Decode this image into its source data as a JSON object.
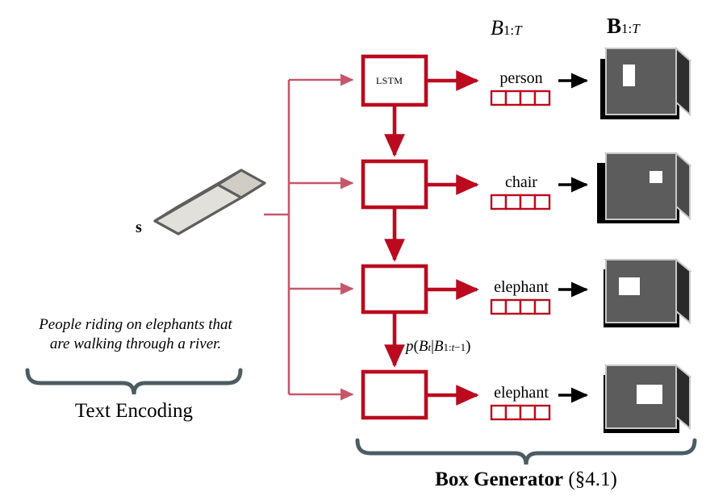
{
  "figure": {
    "title_left": "Text Encoding",
    "title_right_bold": "Box Generator",
    "title_right_reg": " (§4.1)",
    "caption_line1": "People riding on elephants that",
    "caption_line2": "are walking through a river.",
    "sentence_vector_label": "s",
    "header_boxes": "B",
    "header_boxes_sub": "1:",
    "header_boxes_subT": "T",
    "header_images": "B",
    "header_images_sub": "1:",
    "header_images_subT": "T",
    "probability_label": {
      "p": "p",
      "open": "(",
      "B1": "B",
      "t": "t",
      "bar": "|",
      "B2": "B",
      "sub2a": "1:",
      "sub2b": "t",
      "sub2c": "−1",
      "close": ")"
    },
    "lstm_cell_label": "LSTM",
    "rows": [
      {
        "label": "person",
        "cells": 4
      },
      {
        "label": "chair",
        "cells": 4
      },
      {
        "label": "elephant",
        "cells": 4
      },
      {
        "label": "elephant",
        "cells": 4
      }
    ]
  },
  "colors": {
    "crimson": "#bb0a1e",
    "crimson_light": "#d4697a",
    "brace": "#4d5c63",
    "bar_face_light": "#e2e0da",
    "bar_face_mid": "#b8b6b0",
    "bar_outline": "#5e5e5e",
    "cube_front": "#5c5c5c",
    "cube_top_dark": "#323232",
    "cube_top_light": "#6e6e6e",
    "cube_side": "#3a3a3a",
    "cube_shadow": "#000000",
    "cube_edge": "#c8c8c8",
    "bbox_white": "#ffffff",
    "arrow_black": "#000000",
    "background": "#ffffff"
  }
}
